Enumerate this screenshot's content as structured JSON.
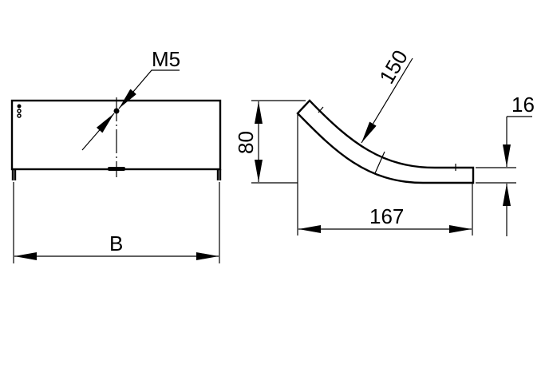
{
  "drawing": {
    "front_view": {
      "thread_label": "M5",
      "width_label": "B"
    },
    "side_view": {
      "height_label": "80",
      "radius_label": "150",
      "length_label": "167",
      "thickness_label": "16"
    }
  },
  "colors": {
    "line": "#000000",
    "background": "#ffffff"
  }
}
